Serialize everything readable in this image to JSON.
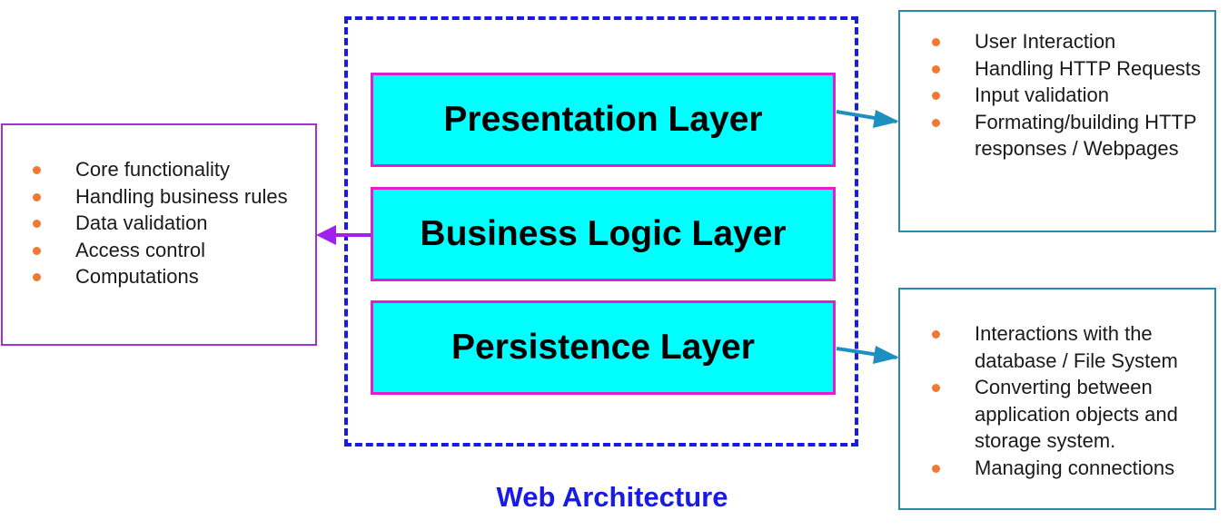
{
  "layers": [
    {
      "id": "presentation",
      "label": "Presentation Layer"
    },
    {
      "id": "business",
      "label": "Business Logic Layer"
    },
    {
      "id": "persistence",
      "label": "Persistence Layer"
    }
  ],
  "boxes": {
    "presentation": {
      "items": [
        "User Interaction",
        "Handling HTTP Requests",
        "Input validation",
        "Formating/building HTTP responses / Webpages"
      ]
    },
    "business": {
      "items": [
        "Core functionality",
        "Handling business rules",
        "Data validation",
        "Access control",
        "Computations"
      ]
    },
    "persistence": {
      "items": [
        "Interactions with the database / File System",
        "Converting between application objects and storage system.",
        "Managing connections"
      ]
    }
  },
  "caption": "Web Architecture",
  "colors": {
    "layer_fill": "#00ffff",
    "layer_border": "#e020d0",
    "container_border": "#1a1ae6",
    "bullet": "#f07830",
    "teal_arrow": "#1e90c0",
    "purple_arrow": "#a020f0"
  }
}
